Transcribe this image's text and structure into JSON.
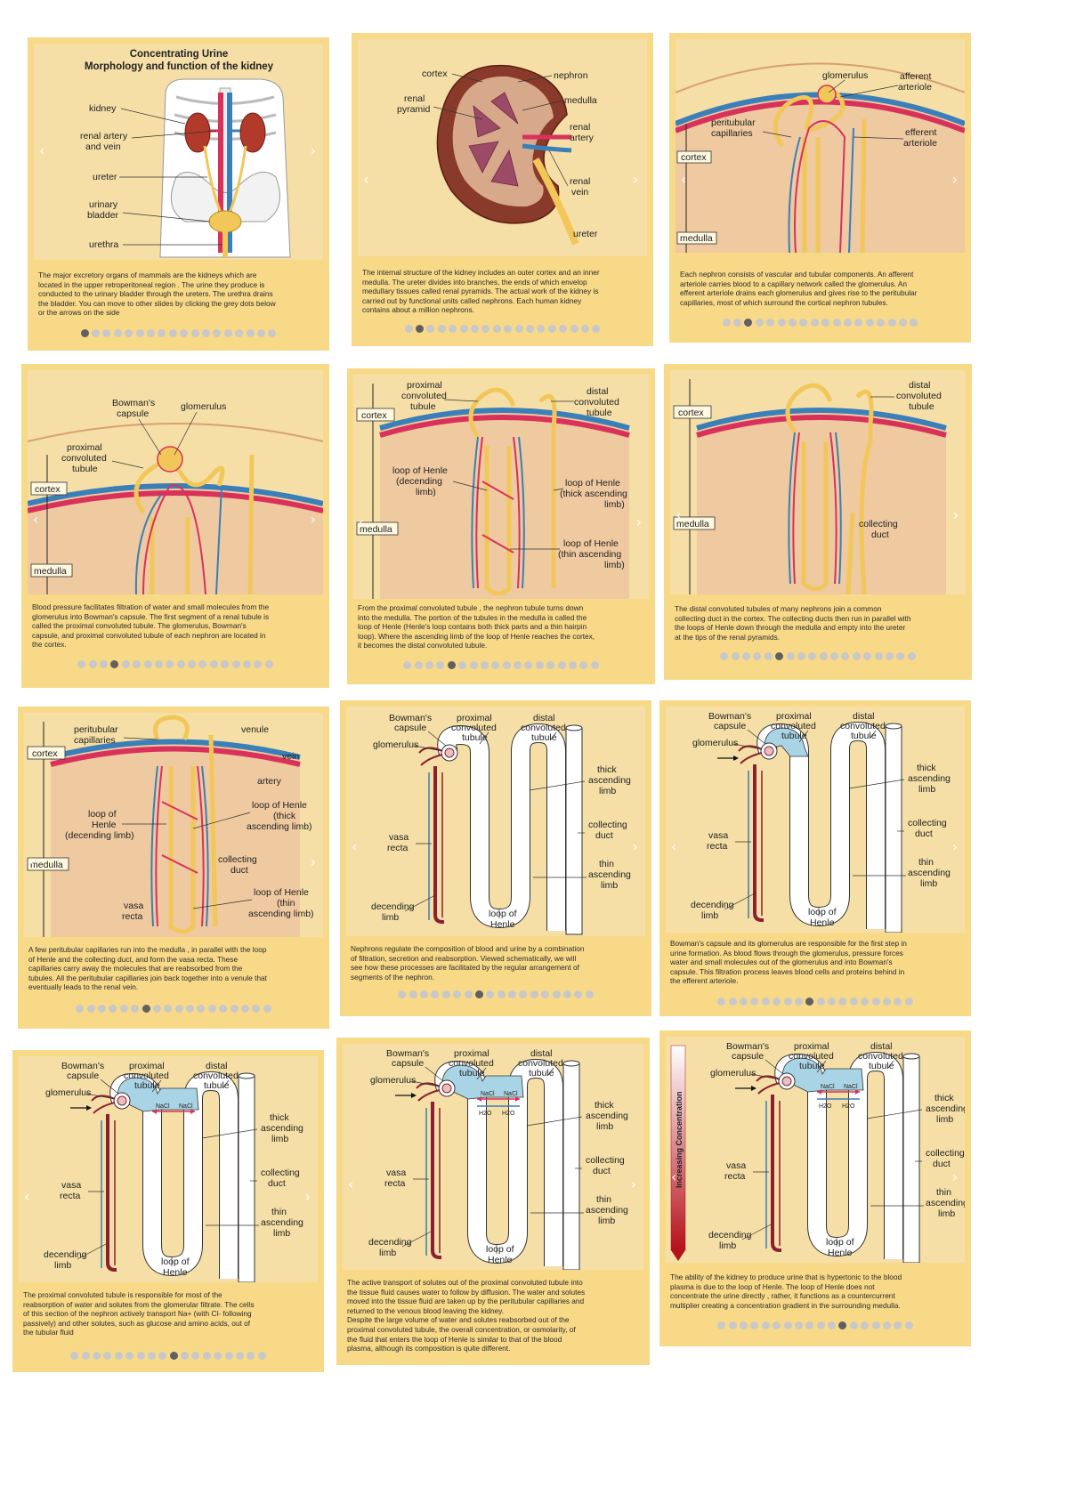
{
  "slides": [
    {
      "title1": "Concentrating Urine",
      "title2": "Morphology and function of the kidney",
      "labels": {
        "kidney": "kidney",
        "renal_artery": "renal artery",
        "and_vein": "and vein",
        "ureter": "ureter",
        "urinary": "urinary",
        "bladder": "bladder",
        "urethra": "urethra"
      },
      "caption": [
        "The major excretory organs of mammals are the kidneys which are",
        "located in the upper retroperitoneal region . The urine they produce is",
        "conducted to the urinary bladder through the ureters. The urethra drains",
        "the bladder. You can move to other slides by clicking the grey dots below",
        "or the arrows on the side"
      ],
      "active": 0
    },
    {
      "labels": {
        "cortex": "cortex",
        "nephron": "nephron",
        "renal_pyramid_1": "renal",
        "renal_pyramid_2": "pyramid",
        "medulla": "medulla",
        "renal_artery_1": "renal",
        "renal_artery_2": "artery",
        "renal_vein_1": "renal",
        "renal_vein_2": "vein",
        "ureter": "ureter"
      },
      "caption": [
        "The internal structure of the kidney includes an outer cortex and an inner",
        "medulla. The ureter divides into branches, the ends of which envelop",
        "medullary tissues called renal pyramids. The actual work of the kidney is",
        "carried out by functional units called nephrons. Each human kidney",
        "contains about a million nephrons."
      ],
      "active": 1
    },
    {
      "labels": {
        "glomerulus": "glomerulus",
        "afferent_1": "afferent",
        "afferent_2": "arteriole",
        "peritubular_1": "peritubular",
        "peritubular_2": "capillaries",
        "efferent_1": "efferent",
        "efferent_2": "arteriole",
        "cortex": "cortex",
        "medulla": "medulla"
      },
      "caption": [
        "Each nephron consists of vascular and tubular components. An afferent",
        "arteriole carries blood to a capillary network called the glomerulus. An",
        "efferent arteriole drains each glomerulus and gives rise to the peritubular",
        "capillaries, most of which surround the cortical nephron tubules."
      ],
      "active": 2
    },
    {
      "labels": {
        "bowmans_1": "Bowman's",
        "bowmans_2": "capsule",
        "glomerulus": "glomerulus",
        "proximal_1": "proximal",
        "proximal_2": "convoluted",
        "proximal_3": "tubule",
        "cortex": "cortex",
        "medulla": "medulla"
      },
      "caption": [
        "Blood pressure facilitates filtration of water and small molecules from the",
        "glomerulus into Bowman's capsule. The first segment of a renal tubule is",
        "called the proximal convoluted tubule. The glomerulus, Bowman's",
        "capsule, and proximal convoluted tubule of each nephron are located in",
        "the cortex."
      ],
      "active": 3
    },
    {
      "labels": {
        "proximal_1": "proximal",
        "proximal_2": "convoluted",
        "proximal_3": "tubule",
        "distal_1": "distal",
        "distal_2": "convoluted",
        "distal_3": "tubule",
        "cortex": "cortex",
        "medulla": "medulla",
        "loop_desc_1": "loop of Henle",
        "loop_desc_2": "(decending",
        "loop_desc_3": "limb)",
        "loop_thick_1": "loop of Henle",
        "loop_thick_2": "(thick ascending",
        "loop_thick_3": "limb)",
        "loop_thin_1": "loop of Henle",
        "loop_thin_2": "(thin ascending",
        "loop_thin_3": "limb)"
      },
      "caption": [
        "From the proximal convoluted tubule , the nephron tubule turns down",
        "into the medulla. The portion of the tubules in the medulla is called the",
        "loop of Henle (Henle's loop contains both thick parts and a thin hairpin",
        "loop). Where the ascending limb of the loop of Henle reaches the cortex,",
        "it becomes the distal convoluted tubule."
      ],
      "active": 4
    },
    {
      "labels": {
        "distal_1": "distal",
        "distal_2": "convoluted",
        "distal_3": "tubule",
        "cortex": "cortex",
        "medulla": "medulla",
        "collecting_1": "collecting",
        "collecting_2": "duct"
      },
      "caption": [
        "The distal convoluted tubules of many nephrons join a common",
        "collecting duct in the cortex. The collecting ducts then run in parallel with",
        "the loops of Henle down through the medulla and empty into the ureter",
        "at the tips of the renal pyramids."
      ],
      "active": 5
    },
    {
      "labels": {
        "peritubular_1": "peritubular",
        "peritubular_2": "capillaries",
        "venule": "venule",
        "cortex": "cortex",
        "vein": "vein",
        "artery": "artery",
        "loop_desc_1": "loop of",
        "loop_desc_2": "Henle",
        "loop_desc_3": "(decending limb)",
        "loop_thick_1": "loop of Henle",
        "loop_thick_2": "(thick",
        "loop_thick_3": "ascending limb)",
        "medulla": "medulla",
        "collecting_1": "collecting",
        "collecting_2": "duct",
        "loop_thin_1": "loop of Henle",
        "loop_thin_2": "(thin",
        "loop_thin_3": "ascending limb)",
        "vasa_1": "vasa",
        "vasa_2": "recta"
      },
      "caption": [
        "A few peritubular capillaries run into the medulla , in parallel with the loop",
        "of Henle and the collecting duct, and form the vasa recta. These",
        "capillaries carry away the molecules that are reabsorbed from the",
        "tubules. All the peritubular capillaries join back together into a venule that",
        "eventually leads to the renal vein."
      ],
      "active": 6
    },
    {
      "labels": {
        "bowmans_1": "Bowman's",
        "bowmans_2": "capsule",
        "proximal_1": "proximal",
        "proximal_2": "convoluted",
        "proximal_3": "tubule",
        "distal_1": "distal",
        "distal_2": "convoluted",
        "distal_3": "tubule",
        "glomerulus": "glomerulus",
        "thick_1": "thick",
        "thick_2": "ascending",
        "thick_3": "limb",
        "vasa_1": "vasa",
        "vasa_2": "recta",
        "collecting_1": "collecting",
        "collecting_2": "duct",
        "thin_1": "thin",
        "thin_2": "ascending",
        "thin_3": "limb",
        "desc_1": "decending",
        "desc_2": "limb",
        "loop_1": "loop of",
        "loop_2": "Henle"
      },
      "caption": [
        "Nephrons regulate the composition of blood and urine by a combination",
        "of filtration, secretion and reabsorption. Viewed schematically, we will",
        "see how these processes are facilitated by the regular arrangement of",
        "segments of the nephron."
      ],
      "active": 7
    },
    {
      "labels": {
        "bowmans_1": "Bowman's",
        "bowmans_2": "capsule",
        "proximal_1": "proximal",
        "proximal_2": "convoluted",
        "proximal_3": "tubule",
        "distal_1": "distal",
        "distal_2": "convoluted",
        "distal_3": "tubule",
        "glomerulus": "glomerulus",
        "thick_1": "thick",
        "thick_2": "ascending",
        "thick_3": "limb",
        "vasa_1": "vasa",
        "vasa_2": "recta",
        "collecting_1": "collecting",
        "collecting_2": "duct",
        "thin_1": "thin",
        "thin_2": "ascending",
        "thin_3": "limb",
        "desc_1": "decending",
        "desc_2": "limb",
        "loop_1": "loop of",
        "loop_2": "Henle"
      },
      "caption": [
        "Bowman's capsule and its glomerulus are responsible for the first step in",
        "urine formation. As blood flows through the glomerulus, pressure forces",
        "water and small molecules out of the glomerulus and into Bowman's",
        "capsule. This filtration process leaves blood cells and proteins behind in",
        "the efferent arteriole."
      ],
      "active": 8
    },
    {
      "labels": {
        "bowmans_1": "Bowman's",
        "bowmans_2": "capsule",
        "proximal_1": "proximal",
        "proximal_2": "convoluted",
        "proximal_3": "tubule",
        "distal_1": "distal",
        "distal_2": "convoluted",
        "distal_3": "tubule",
        "glomerulus": "glomerulus",
        "thick_1": "thick",
        "thick_2": "ascending",
        "thick_3": "limb",
        "vasa_1": "vasa",
        "vasa_2": "recta",
        "collecting_1": "collecting",
        "collecting_2": "duct",
        "thin_1": "thin",
        "thin_2": "ascending",
        "thin_3": "limb",
        "desc_1": "decending",
        "desc_2": "limb",
        "loop_1": "loop of",
        "loop_2": "Henle",
        "nacl": "NaCl"
      },
      "caption": [
        "The proximal convoluted tubule is responsible for most of the",
        "reabsorption of water and solutes from the glomerular filtrate. The cells",
        "of this section of the nephron actively transport Na+ (with Cl- following",
        "passively) and other solutes, such as glucose and amino acids, out of",
        "the tubular fluid"
      ],
      "active": 9
    },
    {
      "labels": {
        "bowmans_1": "Bowman's",
        "bowmans_2": "capsule",
        "proximal_1": "proximal",
        "proximal_2": "convoluted",
        "proximal_3": "tubule",
        "distal_1": "distal",
        "distal_2": "convoluted",
        "distal_3": "tubule",
        "glomerulus": "glomerulus",
        "thick_1": "thick",
        "thick_2": "ascending",
        "thick_3": "limb",
        "vasa_1": "vasa",
        "vasa_2": "recta",
        "collecting_1": "collecting",
        "collecting_2": "duct",
        "thin_1": "thin",
        "thin_2": "ascending",
        "thin_3": "limb",
        "desc_1": "decending",
        "desc_2": "limb",
        "loop_1": "loop of",
        "loop_2": "Henle",
        "nacl": "NaCl",
        "h2o": "H2O"
      },
      "caption": [
        "The active transport of solutes out of the proximal convoluted tubule into",
        "the tissue fluid causes water to follow by diffusion. The water and solutes",
        "moved into the tissue fluid are taken up by the peritubular capillaries and",
        "returned to the venous blood leaving the kidney.",
        "Despite the large volume of water and solutes reabsorbed out of the",
        "proximal convoluted tubule, the overall concentration, or osmolarity, of",
        "the fluid that enters the loop of Henle is similar to that of the blood",
        "plasma, although its composition is quite different."
      ],
      "active": 10
    },
    {
      "labels": {
        "bowmans_1": "Bowman's",
        "bowmans_2": "capsule",
        "proximal_1": "proximal",
        "proximal_2": "convoluted",
        "proximal_3": "tubule",
        "distal_1": "distal",
        "distal_2": "convoluted",
        "distal_3": "tubule",
        "glomerulus": "glomerulus",
        "thick_1": "thick",
        "thick_2": "ascending",
        "thick_3": "limb",
        "vasa_1": "vasa",
        "vasa_2": "recta",
        "collecting_1": "collecting",
        "collecting_2": "duct",
        "thin_1": "thin",
        "thin_2": "ascending",
        "thin_3": "limb",
        "desc_1": "decending",
        "desc_2": "limb",
        "loop_1": "loop of",
        "loop_2": "Henle",
        "nacl": "NaCl",
        "h2o": "H2O",
        "increasing": "Increasing Concentration"
      },
      "caption": [
        "The ability of the kidney to produce urine that is hypertonic to the blood",
        "plasma is due to the loop of Henle. The loop of Henle does not",
        "concentrate the urine directly , rather, it functions as a countercurrent",
        "multiplier creating a concentration gradient in the surrounding medulla."
      ],
      "active": 11
    }
  ],
  "nav": {
    "prev": "‹",
    "next": "›"
  },
  "dot_count": 18,
  "colors": {
    "card": "#f7d988",
    "panel": "#f5dfa6",
    "capsule_blue": "#a9d4e6",
    "artery_red": "#d8325a",
    "vein_blue": "#3b7fb8",
    "tubule_yellow": "#f2c75a",
    "dot_active": "#606060",
    "dot_inactive": "#c8c8c8",
    "gradient_red": "#b5121b"
  }
}
